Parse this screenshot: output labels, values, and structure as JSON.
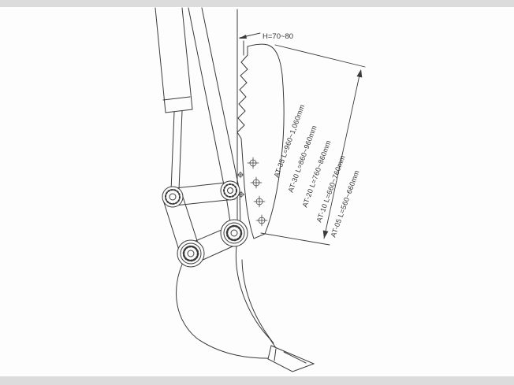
{
  "page": {
    "background": "#fdfdfd",
    "band_color": "#dcdcdc",
    "line_color": "#3a3a3a"
  },
  "diagram": {
    "subject": "Excavator ripper attachment side-view technical drawing",
    "height_dimension": "H=70~80",
    "attachment_size_labels": [
      "AT-35 L=960~1,060mm",
      "AT-30 L=860~960mm",
      "AT-20 L=760~860mm",
      "AT-10 L=660~760mm",
      "AT-05 L=560~660mm"
    ]
  }
}
